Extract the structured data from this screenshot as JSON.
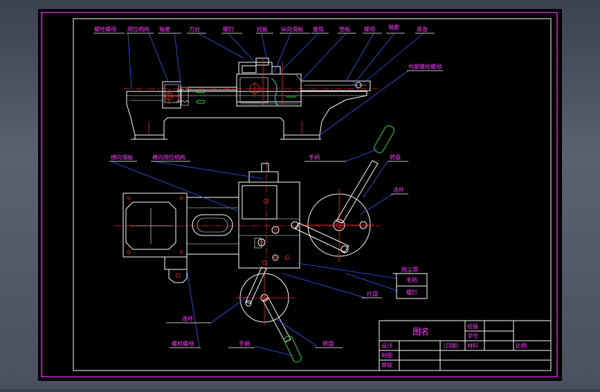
{
  "labels": {
    "top_1": "螺栓螺母",
    "top_2": "限位机构",
    "top_3": "轴套",
    "top_4": "刀台",
    "top_5": "螺钉",
    "top_6": "托板",
    "top_7": "纵向滑板",
    "top_8": "塞铁",
    "top_9": "垫板",
    "top_10": "螺母",
    "top_11": "轴套",
    "top_12": "床身",
    "right_bolt": "地脚螺栓螺母",
    "mid_slide": "横向滑板",
    "mid_limit": "横向限位机构",
    "handle_top": "手柄",
    "disk_top": "转盘",
    "rod_right": "连杆",
    "dust_cover": "防尘罩",
    "felt": "毛毡",
    "screw_right": "螺钉",
    "plate": "托盘",
    "rod_left": "连杆",
    "bolt_bottom": "螺栓螺母",
    "handle_bottom": "手柄",
    "disk_bottom": "转盘"
  },
  "title_block": {
    "name": "图名",
    "class": "班级",
    "student_no": "学号",
    "design": "设计",
    "date": "（日期）",
    "material": "材料",
    "scale": "比例",
    "drawing": "制图",
    "review": "审核"
  }
}
